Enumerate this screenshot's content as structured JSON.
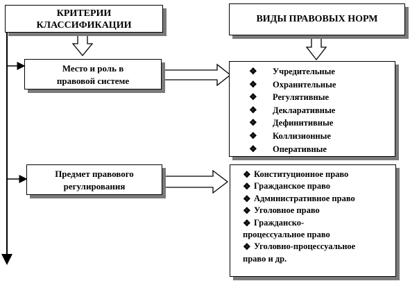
{
  "headers": {
    "criteria": [
      "КРИТЕРИИ",
      "КЛАССИФИКАЦИИ"
    ],
    "types": "ВИДЫ ПРАВОВЫХ НОРМ"
  },
  "criteria": [
    {
      "label": [
        "Место и роль в",
        "правовой системе"
      ],
      "items": [
        "Учредительные",
        "Охранительные",
        "Регулятивные",
        "Декларативные",
        "Дефинитивные",
        "Коллизионные",
        "Оперативные"
      ]
    },
    {
      "label": [
        "Предмет правового",
        "регулирования"
      ],
      "items": [
        [
          "Конституционное право"
        ],
        [
          "Гражданское право"
        ],
        [
          "Административное право"
        ],
        [
          "Уголовное право"
        ],
        [
          "Гражданско-",
          "процессуальное право"
        ],
        [
          "Уголовно-процессуальное",
          "право и др."
        ]
      ]
    }
  ],
  "bullet_glyph": "❖"
}
